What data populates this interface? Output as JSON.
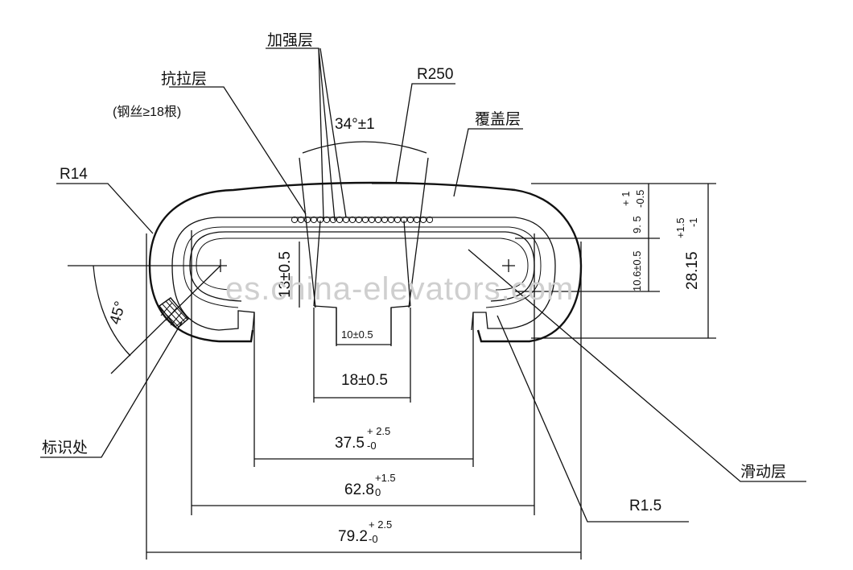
{
  "labels": {
    "reinforcement_layer": "加强层",
    "tensile_layer": "抗拉层",
    "tensile_note": "(钢丝≥18根)",
    "cover_layer": "覆盖层",
    "sliding_layer": "滑动层",
    "marking": "标识处",
    "r250": "R250",
    "r14": "R14",
    "r1_5": "R1.5",
    "angle_34": "34°±1",
    "angle_45": "45°"
  },
  "dimensions": {
    "d13": "13±0.5",
    "d10": "10±0.5",
    "d18": "18±0.5",
    "d37_base": "37.5",
    "d37_tol_up": "+ 2.5",
    "d37_tol_dn": "-0",
    "d62_base": "62.8",
    "d62_tol_up": "+1.5",
    "d62_tol_dn": "0",
    "d79_base": "79.2",
    "d79_tol_up": "+ 2.5",
    "d79_tol_dn": "-0",
    "d9_base": "9. 5",
    "d9_tol_up": "+ 1",
    "d9_tol_dn": "-0.5",
    "d10_6": "10.6±0.5",
    "d28_base": "28.15",
    "d28_tol_up": "+1.5",
    "d28_tol_dn": "-1"
  },
  "watermark": "es.china-elevators.com"
}
